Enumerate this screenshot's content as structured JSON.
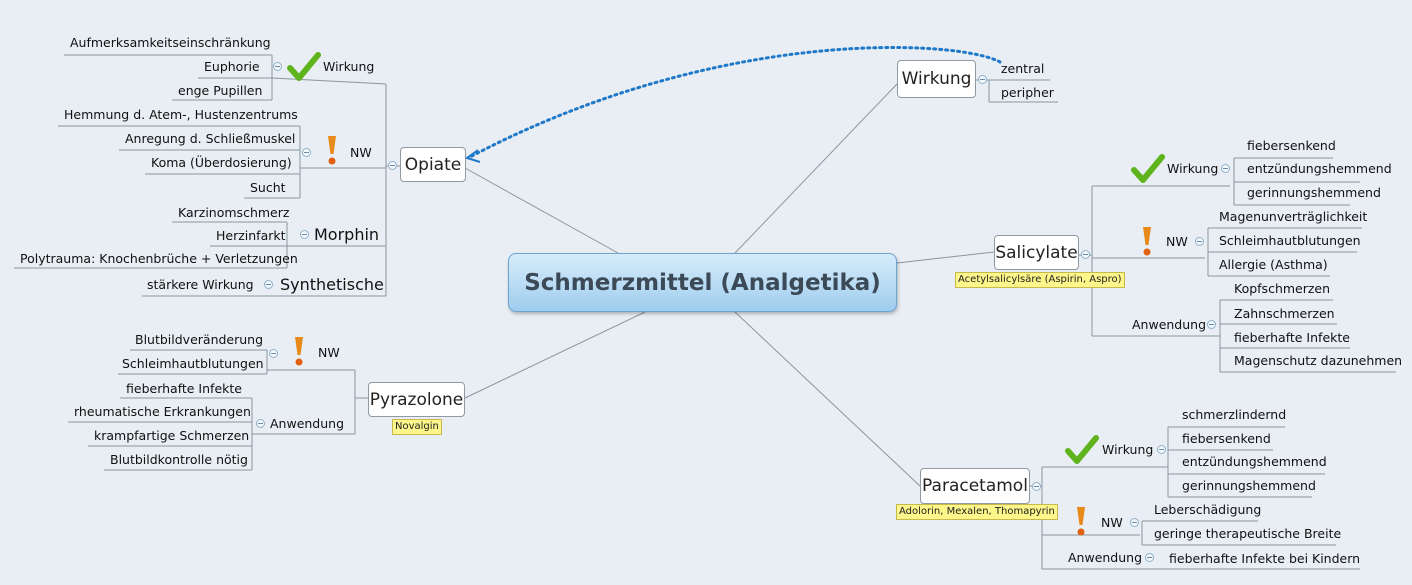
{
  "central": "Schmerzmittel (Analgetika)",
  "opiate": {
    "title": "Opiate",
    "wirkung_label": "Wirkung",
    "wirkung": [
      "Aufmerksamkeitseinschränkung",
      "Euphorie",
      "enge Pupillen"
    ],
    "nw_label": "NW",
    "nw": [
      "Hemmung d. Atem-, Hustenzentrums",
      "Anregung d. Schließmuskel",
      "Koma (Überdosierung)",
      "Sucht"
    ],
    "morphin_label": "Morphin",
    "morphin": [
      "Karzinomschmerz",
      "Herzinfarkt",
      "Polytrauma: Knochenbrüche + Verletzungen"
    ],
    "synth_label": "Synthetische",
    "synth": [
      "stärkere Wirkung"
    ]
  },
  "wirkung": {
    "title": "Wirkung",
    "items": [
      "zentral",
      "peripher"
    ]
  },
  "salicylate": {
    "title": "Salicylate",
    "note": "Acetylsalicylsäre (Aspirin, Aspro)",
    "wirkung_label": "Wirkung",
    "wirkung": [
      "fiebersenkend",
      "entzündungshemmend",
      "gerinnungshemmend"
    ],
    "nw_label": "NW",
    "nw": [
      "Magenunverträglichkeit",
      "Schleimhautblutungen",
      "Allergie (Asthma)"
    ],
    "anwendung_label": "Anwendung",
    "anwendung": [
      "Kopfschmerzen",
      "Zahnschmerzen",
      "fieberhafte Infekte",
      "Magenschutz dazunehmen"
    ]
  },
  "pyrazolone": {
    "title": "Pyrazolone",
    "note": "Novalgin",
    "nw_label": "NW",
    "nw": [
      "Blutbildveränderung",
      "Schleimhautblutungen"
    ],
    "anwendung_label": "Anwendung",
    "anwendung": [
      "fieberhafte Infekte",
      "rheumatische Erkrankungen",
      "krampfartige Schmerzen",
      "Blutbildkontrolle nötig"
    ]
  },
  "paracetamol": {
    "title": "Paracetamol",
    "note": "Adolorin, Mexalen, Thomapyrin",
    "wirkung_label": "Wirkung",
    "wirkung": [
      "schmerzlindernd",
      "fiebersenkend",
      "entzündungshemmend",
      "gerinnungshemmend"
    ],
    "nw_label": "NW",
    "nw": [
      "Leberschädigung",
      "geringe therapeutische Breite"
    ],
    "anwendung_label": "Anwendung",
    "anwendung": [
      "fieberhafte Infekte bei Kindern"
    ]
  },
  "icons": {
    "check": "check-icon",
    "warning": "exclamation-icon",
    "check_color": "#5fb41e",
    "warning_color": "#e88a1a",
    "relation_color": "#1f78c8"
  }
}
